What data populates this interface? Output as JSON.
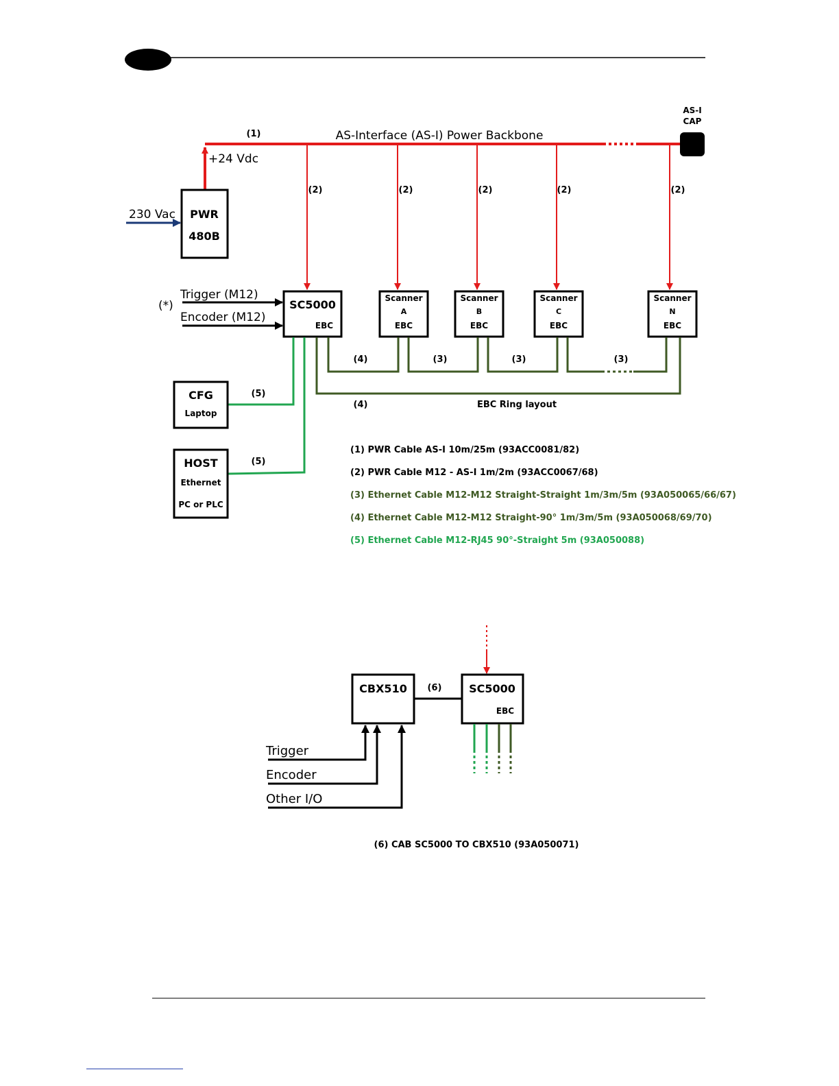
{
  "colors": {
    "power": "#e31b1b",
    "ethernet_dark": "#3f5a24",
    "ethernet_green": "#21a650",
    "mains": "#1b3a77",
    "black": "#000000"
  },
  "top": {
    "backbone_label": "AS-Interface (AS-I) Power Backbone",
    "cap_label_1": "AS-I",
    "cap_label_2": "CAP",
    "vdc_label": "+24 Vdc",
    "vac_label": "230 Vac",
    "pwr_line1": "PWR",
    "pwr_line2": "480B",
    "n1": "(1)",
    "n2": "(2)",
    "n3": "(3)",
    "n4": "(4)",
    "n5": "(5)",
    "asterisk": "(*)",
    "trigger": "Trigger (M12)",
    "encoder": "Encoder (M12)",
    "sc5000": "SC5000",
    "ebc": "EBC",
    "scanner": "Scanner",
    "scanner_ids": [
      "A",
      "B",
      "C",
      "N"
    ],
    "cfg": "CFG",
    "laptop": "Laptop",
    "host": "HOST",
    "ethernet": "Ethernet",
    "pcplc": "PC or PLC",
    "ring": "EBC Ring layout"
  },
  "legend": [
    {
      "text": "(1) PWR Cable AS-I 10m/25m (93ACC0081/82)",
      "color": "#000000"
    },
    {
      "text": "(2) PWR Cable M12 - AS-I 1m/2m (93ACC0067/68)",
      "color": "#000000"
    },
    {
      "text": "(3) Ethernet Cable M12-M12 Straight-Straight 1m/3m/5m (93A050065/66/67)",
      "color": "#3f5a24"
    },
    {
      "text": "(4) Ethernet Cable M12-M12 Straight-90° 1m/3m/5m (93A050068/69/70)",
      "color": "#3f5a24"
    },
    {
      "text": "(5) Ethernet Cable M12-RJ45 90°-Straight 5m (93A050088)",
      "color": "#21a650"
    }
  ],
  "bottom": {
    "cbx": "CBX510",
    "n6": "(6)",
    "sc5000": "SC5000",
    "ebc": "EBC",
    "trigger": "Trigger",
    "encoder": "Encoder",
    "other": "Other I/O",
    "caption": "(6) CAB SC5000 TO CBX510 (93A050071)"
  }
}
